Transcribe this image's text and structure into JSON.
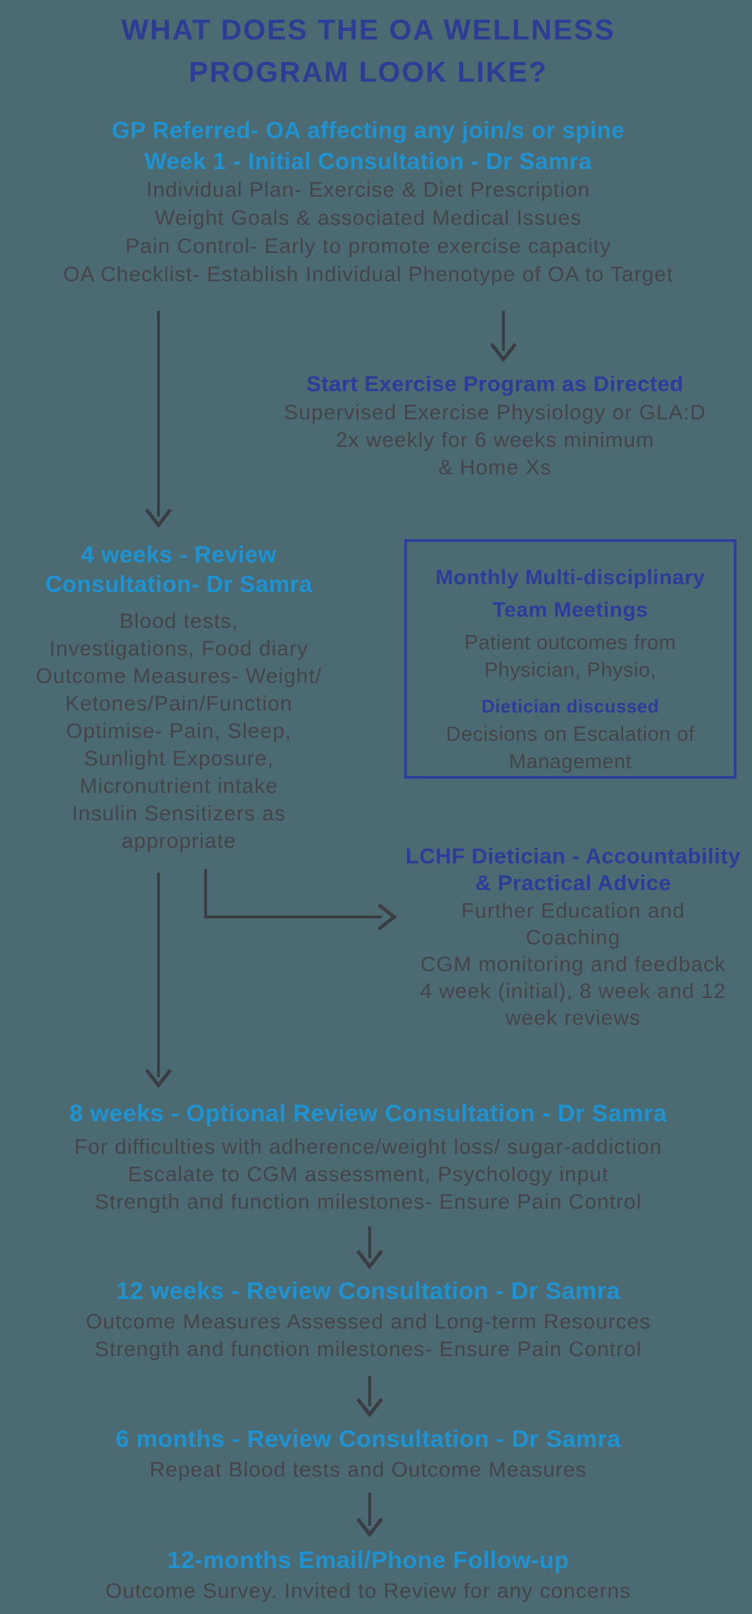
{
  "colors": {
    "background": "#4c6a72",
    "title_navy": "#2d3c95",
    "navy": "#2b3d9a",
    "box_border": "#2b3f9e",
    "light_blue": "#1f93d2",
    "body_gray": "#454549",
    "arrow_gray": "#3a3e42"
  },
  "title": {
    "line1": "WHAT DOES THE OA WELLNESS",
    "line2": "PROGRAM LOOK LIKE?"
  },
  "intro": {
    "heading_line1": "GP Referred- OA affecting any join/s or spine",
    "heading_line2": "Week 1 - Initial Consultation - Dr Samra",
    "body": [
      "Individual Plan- Exercise & Diet Prescription",
      "Weight Goals & associated Medical Issues",
      "Pain Control- Early to promote exercise capacity",
      "OA Checklist- Establish Individual Phenotype of OA to Target"
    ]
  },
  "exercise_program": {
    "heading": "Start Exercise Program as Directed",
    "body": [
      "Supervised Exercise Physiology or GLA:D",
      "2x weekly for 6 weeks minimum",
      "& Home Xs"
    ]
  },
  "week4": {
    "heading_line1": "4 weeks - Review",
    "heading_line2": "Consultation- Dr Samra",
    "body": [
      "Blood tests,",
      "Investigations, Food diary",
      "Outcome Measures- Weight/",
      "Ketones/Pain/Function",
      "Optimise- Pain, Sleep,",
      "Sunlight Exposure,",
      "Micronutrient intake",
      "Insulin Sensitizers as",
      "appropriate"
    ]
  },
  "team_meetings_box": {
    "heading_line1": "Monthly Multi-disciplinary",
    "heading_line2": "Team Meetings",
    "body1": [
      "Patient outcomes from",
      "Physician, Physio,"
    ],
    "subheading": "Dietician discussed",
    "body2": [
      "Decisions on Escalation of",
      "Management"
    ]
  },
  "lchf": {
    "heading_line1": "LCHF Dietician - Accountability",
    "heading_line2": "& Practical Advice",
    "body": [
      "Further Education and",
      "Coaching",
      "CGM monitoring and feedback",
      "4 week (initial), 8 week and 12",
      "week reviews"
    ]
  },
  "week8": {
    "heading": "8 weeks - Optional Review Consultation - Dr Samra",
    "body": [
      "For difficulties with adherence/weight loss/ sugar-addiction",
      "Escalate to CGM assessment, Psychology input",
      "Strength and function milestones- Ensure Pain Control"
    ]
  },
  "week12": {
    "heading": "12 weeks - Review Consultation - Dr Samra",
    "body": [
      "Outcome Measures Assessed and Long-term Resources",
      "Strength and function milestones- Ensure Pain Control"
    ]
  },
  "month6": {
    "heading": "6 months - Review Consultation - Dr Samra",
    "body": [
      "Repeat Blood tests and Outcome Measures"
    ]
  },
  "month12": {
    "heading": "12-months Email/Phone Follow-up",
    "body": [
      "Outcome Survey. Invited to Review for any concerns"
    ]
  }
}
